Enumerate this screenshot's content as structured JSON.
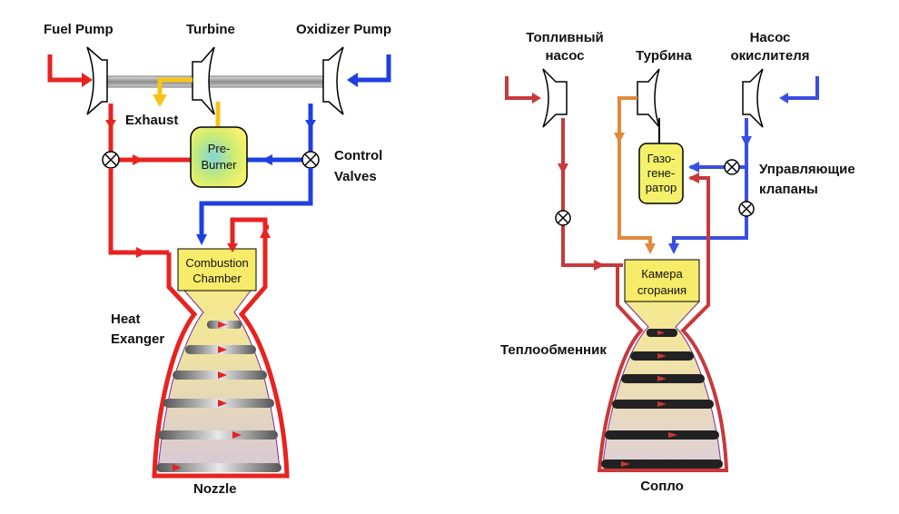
{
  "left": {
    "fuel_pump": "Fuel Pump",
    "turbine": "Turbine",
    "oxidizer_pump": "Oxidizer Pump",
    "exhaust": "Exhaust",
    "preburner_1": "Pre-",
    "preburner_2": "Burner",
    "control_1": "Control",
    "control_2": "Valves",
    "chamber_1": "Combustion",
    "chamber_2": "Chamber",
    "heat_1": "Heat",
    "heat_2": "Exanger",
    "nozzle": "Nozzle"
  },
  "right": {
    "fuel_pump_1": "Топливный",
    "fuel_pump_2": "насос",
    "turbine": "Турбина",
    "ox_pump_1": "Насос",
    "ox_pump_2": "окислителя",
    "gasgen_1": "Газо-",
    "gasgen_2": "гене-",
    "gasgen_3": "ратор",
    "valves_1": "Управляющие",
    "valves_2": "клапаны",
    "chamber_1": "Камера",
    "chamber_2": "сгорания",
    "heat_exchanger": "Теплообменник",
    "nozzle": "Сопло"
  },
  "colors": {
    "fuel": "#e8231f",
    "oxidizer": "#1f3fe0",
    "exhaust": "#f5c518",
    "chamber": "#f7ec6a",
    "fuel_ru": "#c8393b",
    "ox_ru": "#3a4fe0",
    "hot_gas_ru": "#e08a3c"
  }
}
